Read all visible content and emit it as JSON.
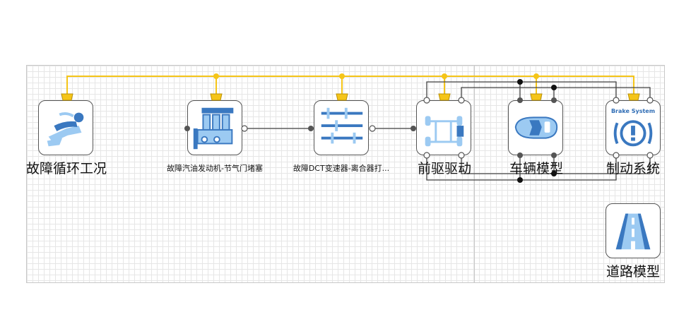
{
  "blocks": {
    "drive_cycle": {
      "label": "故障循环工况",
      "icon": "driver-icon"
    },
    "engine": {
      "label": "故障汽油发动机-节气门堵塞",
      "icon": "engine-icon"
    },
    "transmission": {
      "label": "故障DCT变速器-离合器打...",
      "icon": "gearbox-icon"
    },
    "fwd": {
      "label": "前驱驱动",
      "icon": "drivetrain-icon"
    },
    "vehicle": {
      "label": "车辆模型",
      "icon": "car-icon"
    },
    "brake": {
      "label": "制动系统",
      "icon": "brake-warning-icon",
      "icon_text": "Brake System"
    },
    "road": {
      "label": "道路模型",
      "icon": "road-icon"
    }
  },
  "colors": {
    "bus": "#f5c518",
    "wire": "#444444",
    "icon_blue": "#3a78c0",
    "icon_light": "#9ccaf2"
  }
}
